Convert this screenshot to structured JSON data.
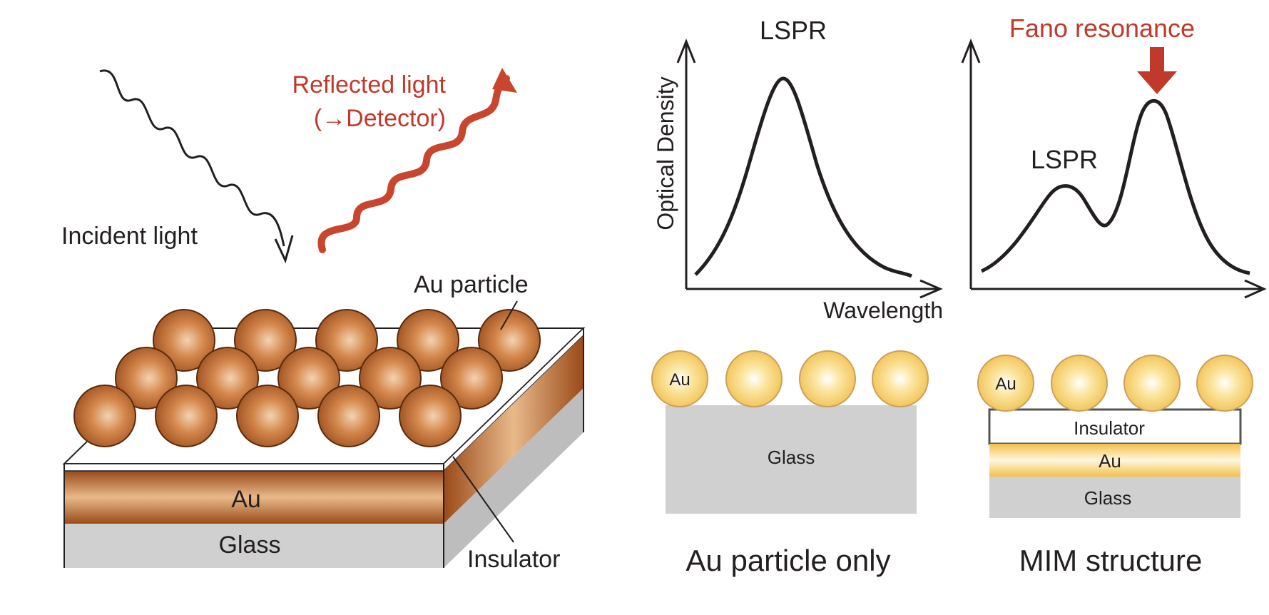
{
  "left_panel": {
    "incident_label": "Incident light",
    "reflected_label_line1": "Reflected light",
    "reflected_label_line2": "(→Detector)",
    "au_particle_label": "Au particle",
    "au_layer_label": "Au",
    "glass_layer_label": "Glass",
    "insulator_label": "Insulator"
  },
  "graph_lspr": {
    "title": "LSPR",
    "ylabel": "Optical Density",
    "xlabel": "Wavelength"
  },
  "graph_fano": {
    "title": "Fano resonance",
    "peak_label": "LSPR"
  },
  "structure_particle_only": {
    "particle_label": "Au",
    "substrate_label": "Glass",
    "caption": "Au particle only"
  },
  "structure_mim": {
    "particle_label": "Au",
    "insulator_label": "Insulator",
    "metal_label": "Au",
    "substrate_label": "Glass",
    "caption": "MIM structure"
  },
  "colors": {
    "black": "#231f20",
    "red": "#c0392b",
    "au_brown": "#b5652a",
    "au_yellow": "#f3c45a",
    "glass_gray": "#d0d0d0"
  }
}
